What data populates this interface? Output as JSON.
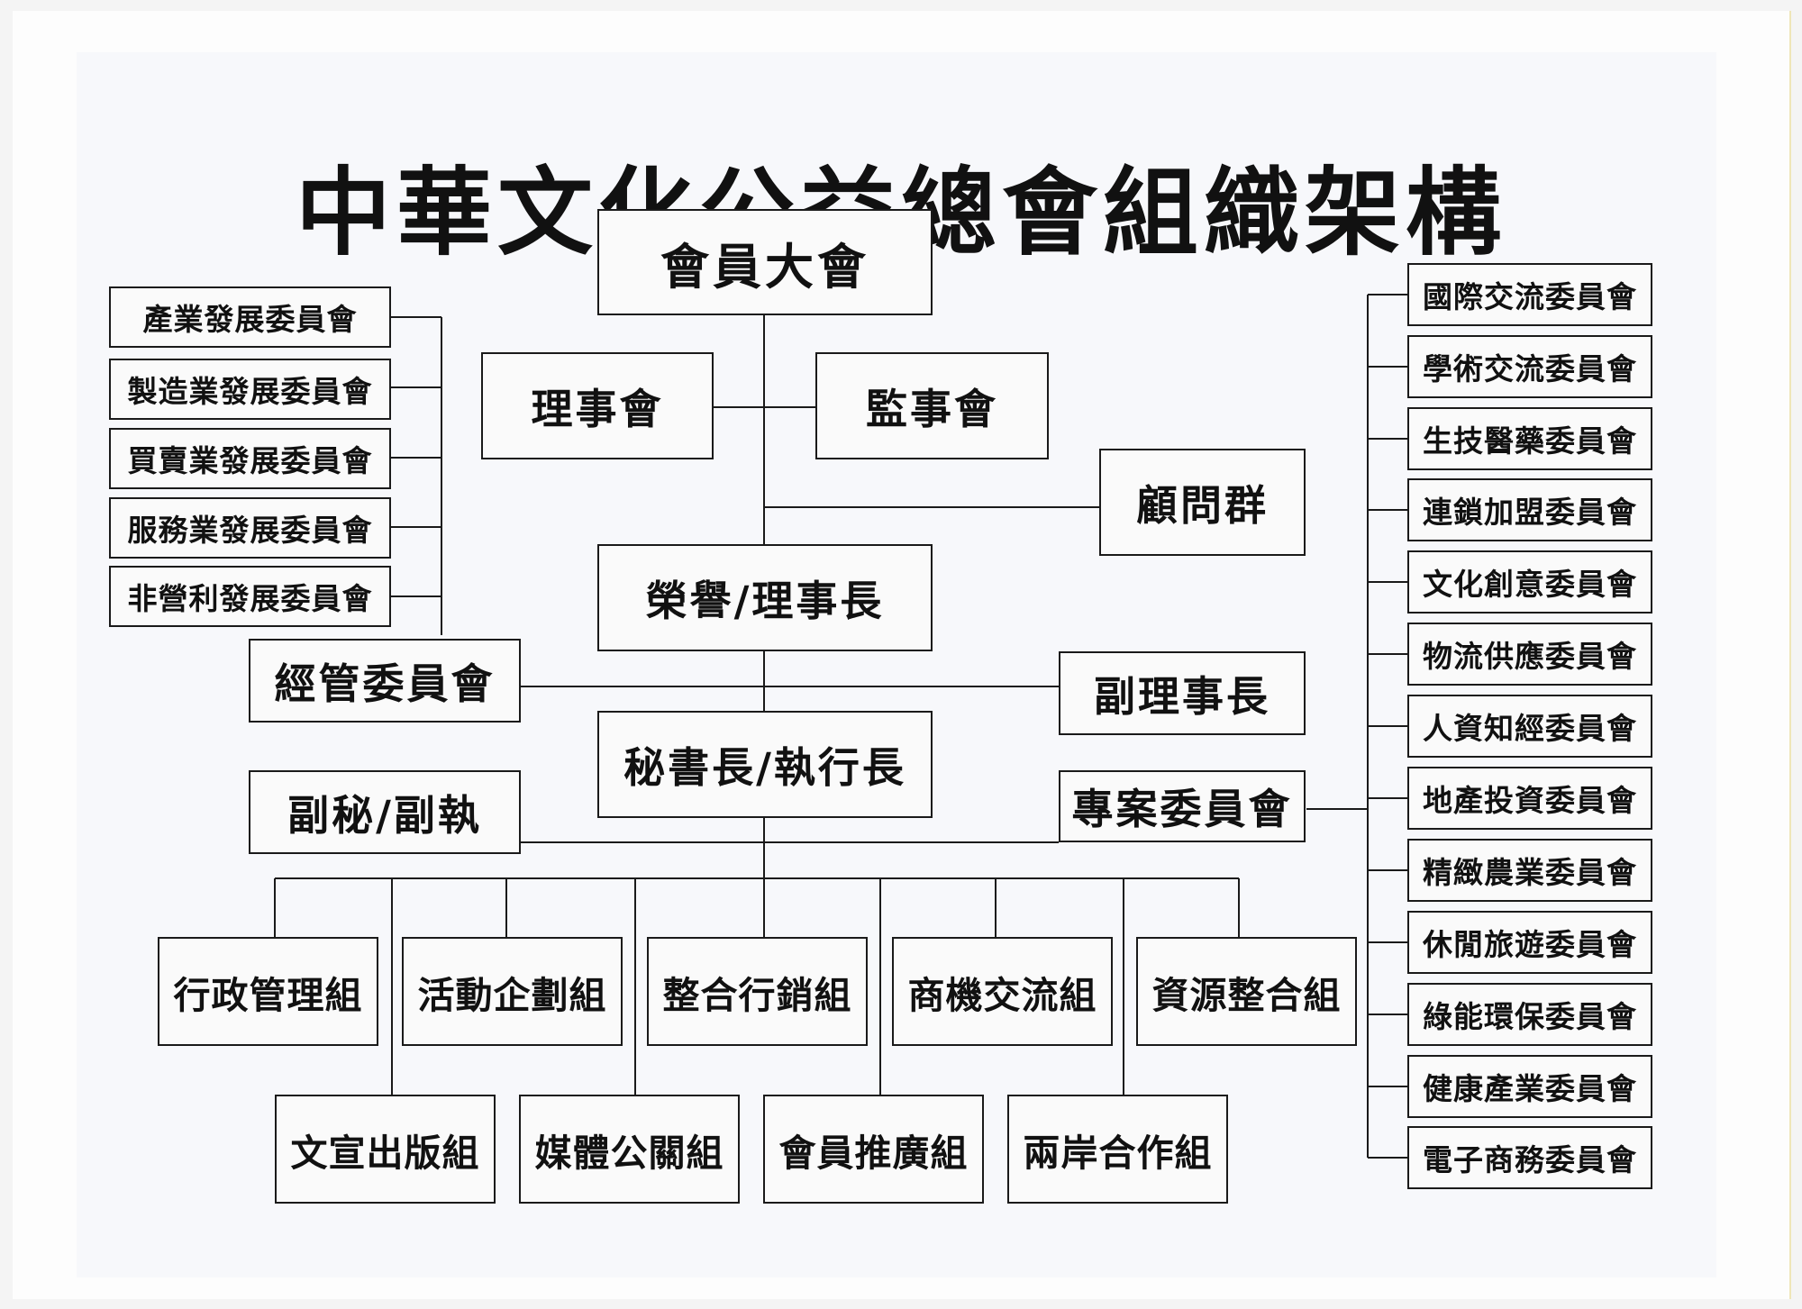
{
  "title": "中華文化公益總會組織架構",
  "nodes": {
    "general_assembly": "會員大會",
    "board_directors": "理事會",
    "board_supervisors": "監事會",
    "advisors": "顧問群",
    "chairman": "榮譽/理事長",
    "vice_chairman": "副理事長",
    "management_committee": "經管委員會",
    "secretary_general": "秘書長/執行長",
    "deputy_secretary": "副秘/副執",
    "project_committee": "專案委員會"
  },
  "left_committees": [
    "產業發展委員會",
    "製造業發展委員會",
    "買賣業發展委員會",
    "服務業發展委員會",
    "非營利發展委員會"
  ],
  "right_committees": [
    "國際交流委員會",
    "學術交流委員會",
    "生技醫藥委員會",
    "連鎖加盟委員會",
    "文化創意委員會",
    "物流供應委員會",
    "人資知經委員會",
    "地產投資委員會",
    "精緻農業委員會",
    "休閒旅遊委員會",
    "綠能環保委員會",
    "健康產業委員會",
    "電子商務委員會"
  ],
  "groups_row1": [
    "行政管理組",
    "活動企劃組",
    "整合行銷組",
    "商機交流組",
    "資源整合組"
  ],
  "groups_row2": [
    "文宣出版組",
    "媒體公關組",
    "會員推廣組",
    "兩岸合作組"
  ],
  "line_color": "#1a1a1a"
}
